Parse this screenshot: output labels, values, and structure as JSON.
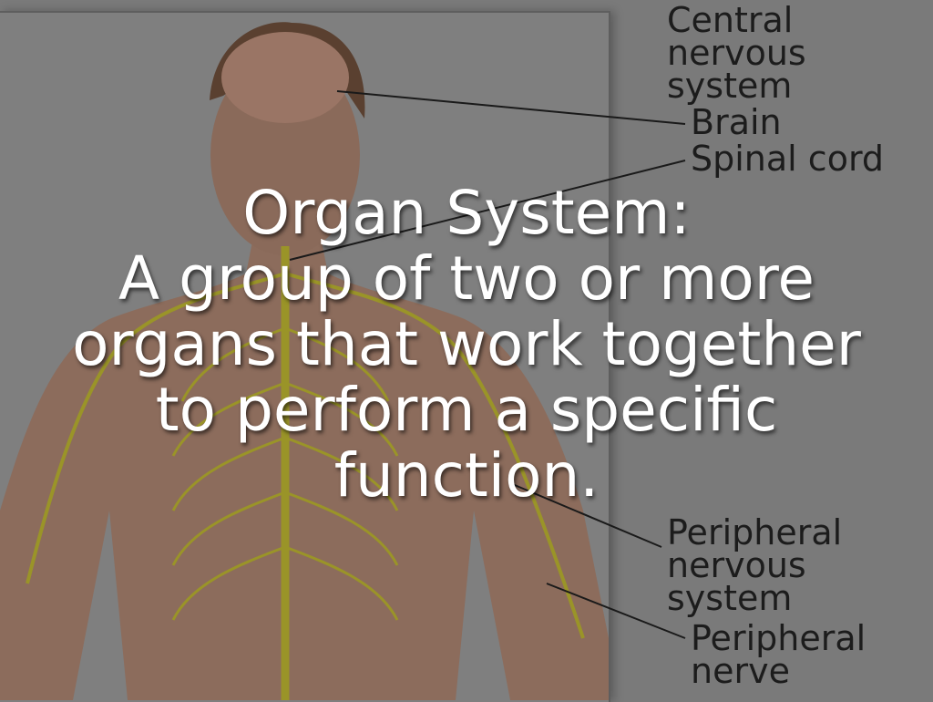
{
  "slide": {
    "title": "Organ System:",
    "body_lines": [
      "A group of two or more",
      "organs that work together",
      "to perform a specific",
      "function."
    ]
  },
  "diagram_labels": {
    "cns": "Central\nnervous\nsystem",
    "brain": "Brain",
    "spinal_cord": "Spinal cord",
    "pns": "Peripheral\nnervous\nsystem",
    "peripheral_nerve": "Peripheral\nnerve"
  },
  "colors": {
    "background": "#7a7a7a",
    "skin": "#8c6c5c",
    "nerve": "#9a9428",
    "text": "#ffffff"
  }
}
